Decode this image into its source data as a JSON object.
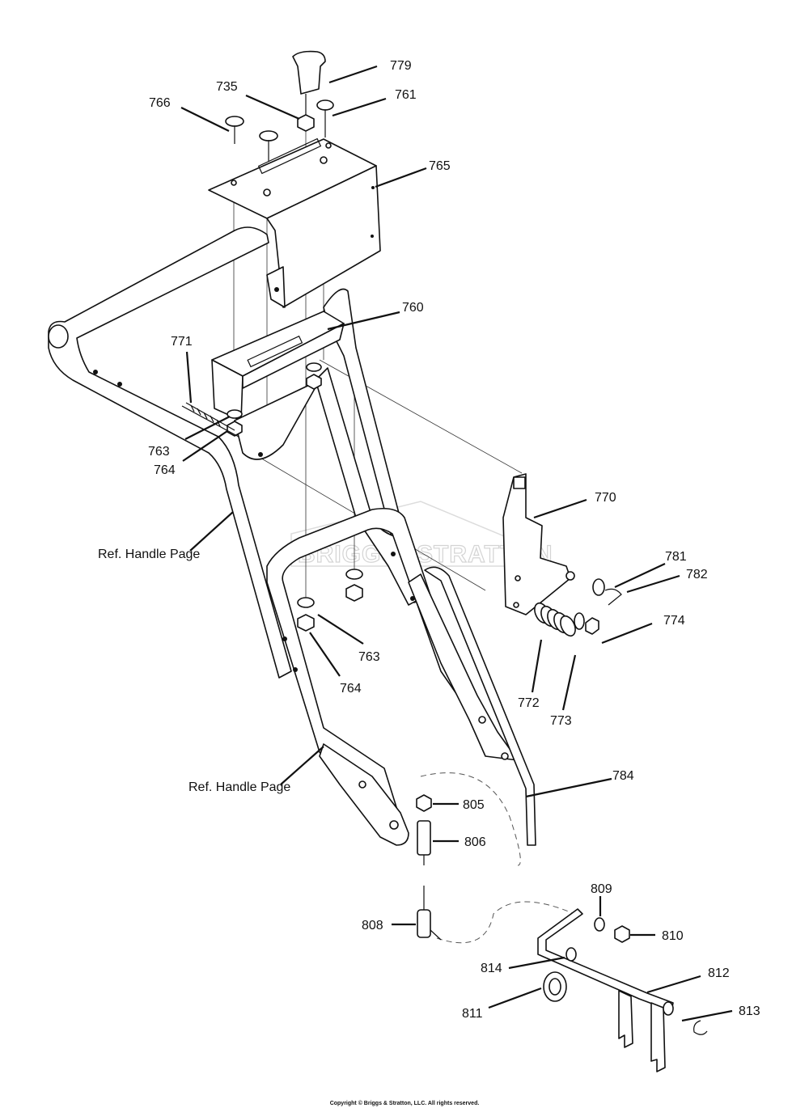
{
  "watermark": "BRIGGS&STRATTON",
  "copyright": "Copyright © Briggs & Stratton, LLC. All rights reserved.",
  "callouts": {
    "p779": "779",
    "p735": "735",
    "p761": "761",
    "p766": "766",
    "p765": "765",
    "p760": "760",
    "p771": "771",
    "p763a": "763",
    "p764a": "764",
    "p770": "770",
    "p781": "781",
    "p782": "782",
    "p774": "774",
    "p763b": "763",
    "p764b": "764",
    "p772": "772",
    "p773": "773",
    "p784": "784",
    "p805": "805",
    "p806": "806",
    "p808": "808",
    "p809": "809",
    "p810": "810",
    "p814": "814",
    "p812": "812",
    "p811": "811",
    "p813": "813"
  },
  "references": {
    "handle_upper": "Ref. Handle Page",
    "handle_lower": "Ref. Handle Page"
  }
}
